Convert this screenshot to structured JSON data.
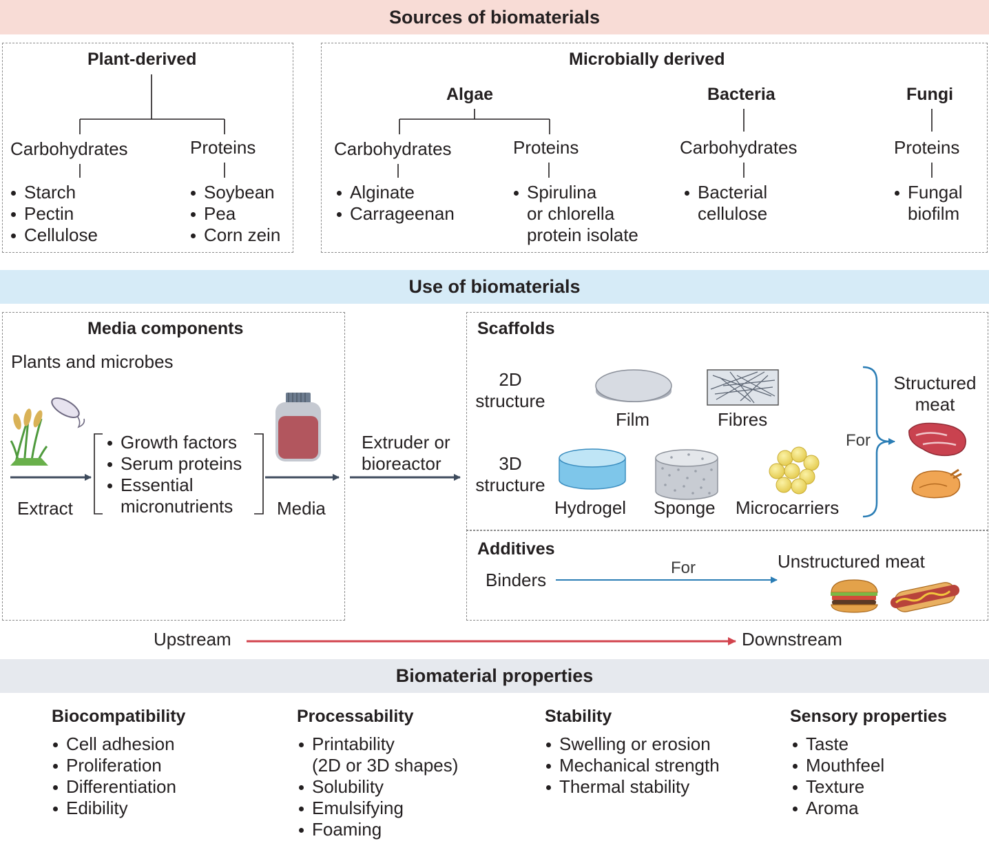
{
  "sources": {
    "title": "Sources of biomaterials",
    "plant": {
      "title": "Plant-derived",
      "carbs": {
        "label": "Carbohydrates",
        "items": [
          "Starch",
          "Pectin",
          "Cellulose"
        ]
      },
      "proteins": {
        "label": "Proteins",
        "items": [
          "Soybean",
          "Pea",
          "Corn zein"
        ]
      }
    },
    "microbial": {
      "title": "Microbially derived",
      "algae": {
        "title": "Algae",
        "carbs": {
          "label": "Carbohydrates",
          "items": [
            "Alginate",
            "Carrageenan"
          ]
        },
        "proteins": {
          "label": "Proteins",
          "items": [
            "Spirulina",
            "or chlorella",
            "protein isolate"
          ]
        }
      },
      "bacteria": {
        "title": "Bacteria",
        "label": "Carbohydrates",
        "items": [
          "Bacterial",
          "cellulose"
        ]
      },
      "fungi": {
        "title": "Fungi",
        "label": "Proteins",
        "items": [
          "Fungal",
          "biofilm"
        ]
      }
    }
  },
  "use": {
    "title": "Use of biomaterials",
    "media": {
      "title": "Media components",
      "subtitle": "Plants and microbes",
      "items": [
        "Growth factors",
        "Serum proteins",
        "Essential",
        "micronutrients"
      ],
      "extract_label": "Extract",
      "media_label": "Media"
    },
    "extruder_label": [
      "Extruder or",
      "bioreactor"
    ],
    "scaffolds": {
      "title": "Scaffolds",
      "row2d": [
        "2D",
        "structure"
      ],
      "row3d": [
        "3D",
        "structure"
      ],
      "film": "Film",
      "fibres": "Fibres",
      "hydrogel": "Hydrogel",
      "sponge": "Sponge",
      "microcarriers": "Microcarriers",
      "for_label": "For",
      "structured_meat": [
        "Structured",
        "meat"
      ]
    },
    "additives": {
      "title": "Additives",
      "binders": "Binders",
      "for_label": "For",
      "unstructured_meat": "Unstructured meat"
    },
    "upstream": "Upstream",
    "downstream": "Downstream"
  },
  "properties": {
    "title": "Biomaterial properties",
    "columns": [
      {
        "title": "Biocompatibility",
        "items": [
          "Cell adhesion",
          "Proliferation",
          "Differentiation",
          "Edibility"
        ]
      },
      {
        "title": "Processability",
        "items": [
          "Printability",
          "(2D or 3D shapes)",
          "Solubility",
          "Emulsifying",
          "Foaming"
        ]
      },
      {
        "title": "Stability",
        "items": [
          "Swelling or erosion",
          "Mechanical strength",
          "Thermal stability"
        ]
      },
      {
        "title": "Sensory properties",
        "items": [
          "Taste",
          "Mouthfeel",
          "Texture",
          "Aroma"
        ]
      }
    ]
  },
  "colors": {
    "sources_band": "#f8dcd6",
    "use_band": "#d6ebf7",
    "properties_band": "#e6e9ee",
    "arrow_dark": "#3d4a5c",
    "arrow_blue": "#2a7db5",
    "arrow_red": "#d2434d"
  }
}
